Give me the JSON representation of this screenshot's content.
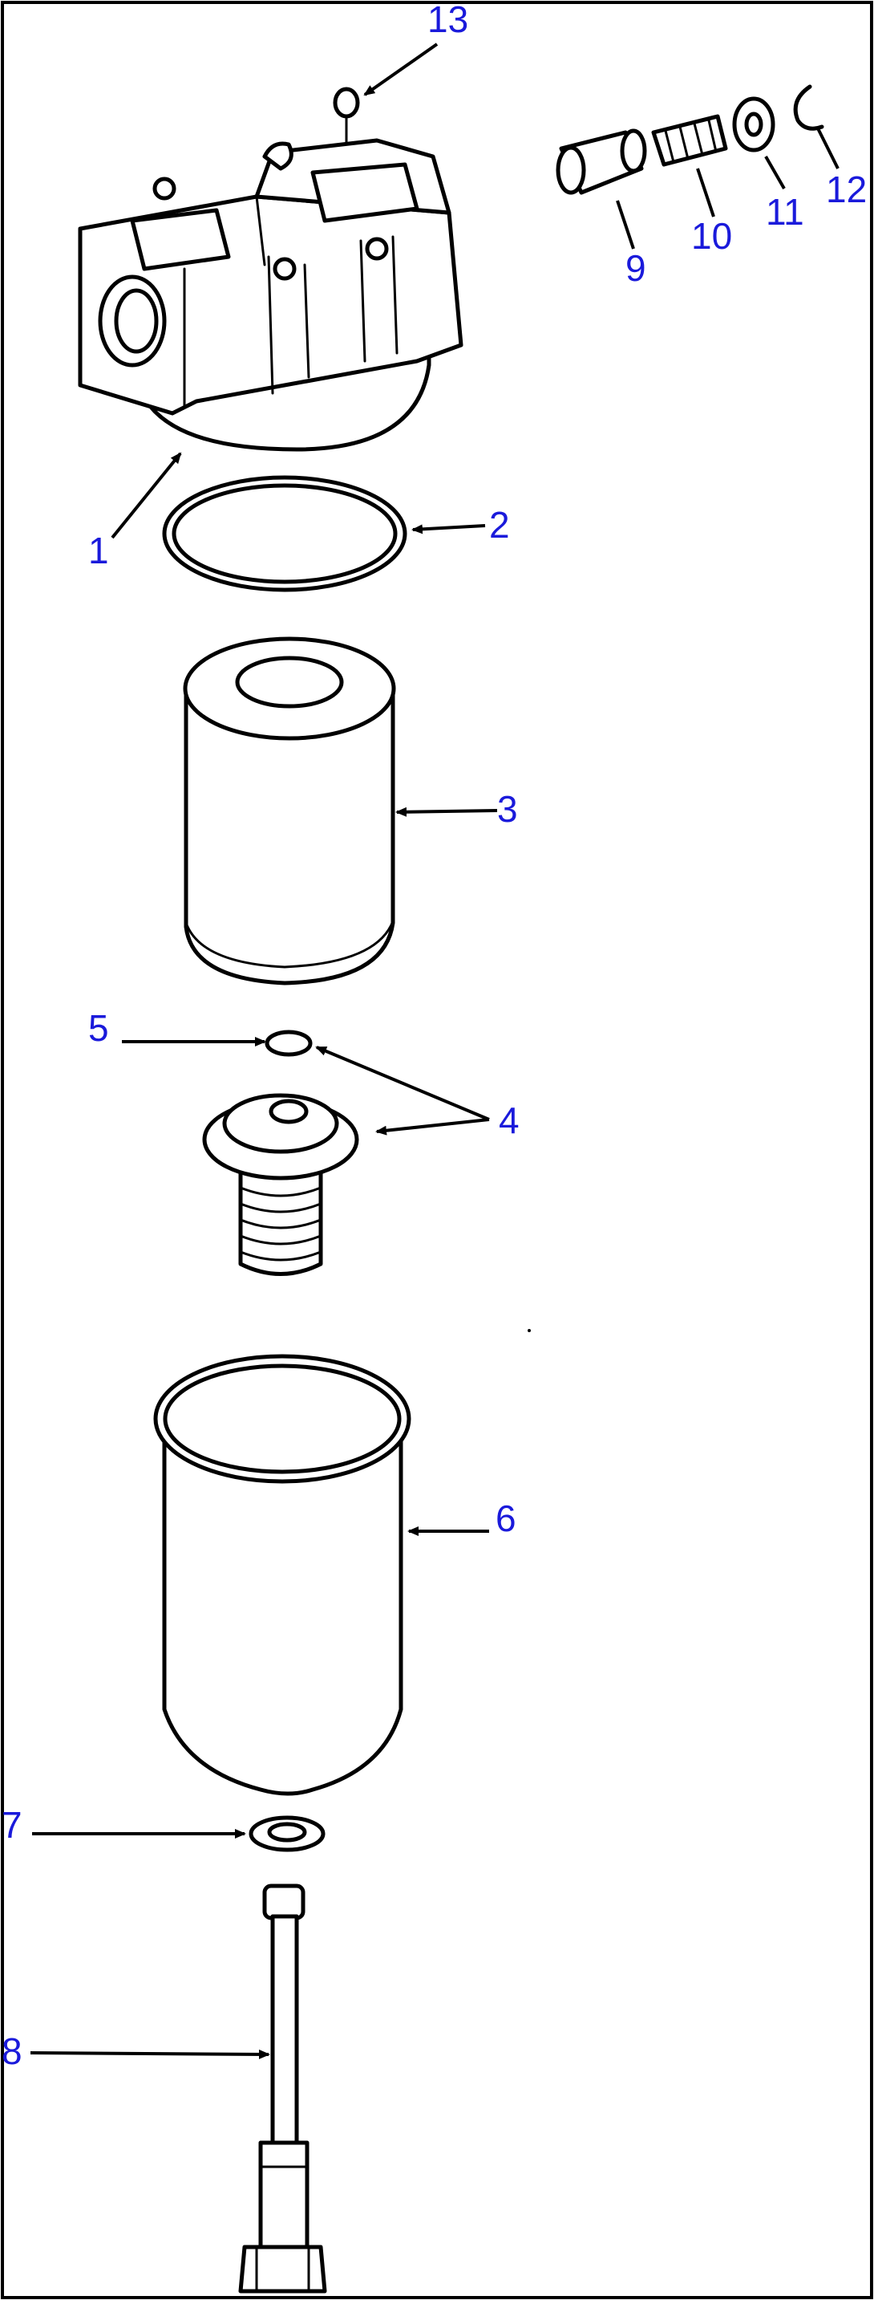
{
  "parts": [
    {
      "id": "housing",
      "callout": "1"
    },
    {
      "id": "o-ring",
      "callout": "2"
    },
    {
      "id": "filter-element",
      "callout": "3"
    },
    {
      "id": "spring-seat",
      "callout": "4"
    },
    {
      "id": "seal",
      "callout": "5"
    },
    {
      "id": "bowl",
      "callout": "6"
    },
    {
      "id": "washer",
      "callout": "7"
    },
    {
      "id": "drain-bolt",
      "callout": "8"
    },
    {
      "id": "valve-plug",
      "callout": "9"
    },
    {
      "id": "valve-spring",
      "callout": "10"
    },
    {
      "id": "valve-washer",
      "callout": "11"
    },
    {
      "id": "snap-ring",
      "callout": "12"
    },
    {
      "id": "plug",
      "callout": "13"
    }
  ],
  "colors": {
    "callout": "#1a1adb",
    "line": "#000000",
    "background": "#ffffff"
  }
}
